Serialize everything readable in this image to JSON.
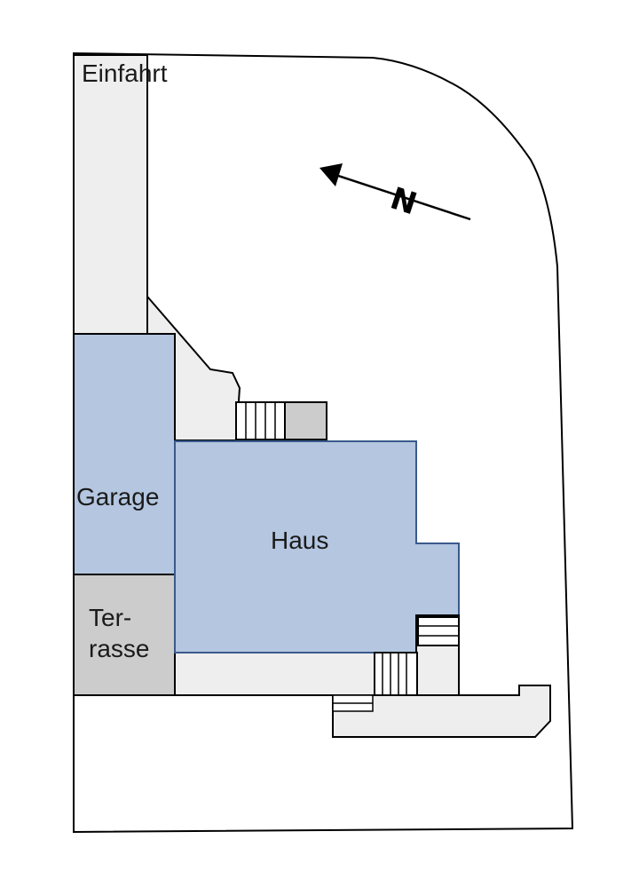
{
  "labels": {
    "driveway": "Einfahrt",
    "garage": "Garage",
    "house": "Haus",
    "terrace_line1": "Ter-",
    "terrace_line2": "rasse",
    "north": "N"
  },
  "colors": {
    "building": "#b4c6e0",
    "paving": "#eeeeee",
    "terrace": "#cccccc",
    "outline": "#000000",
    "building_outline": "#3a5a8c",
    "background": "#ffffff"
  }
}
